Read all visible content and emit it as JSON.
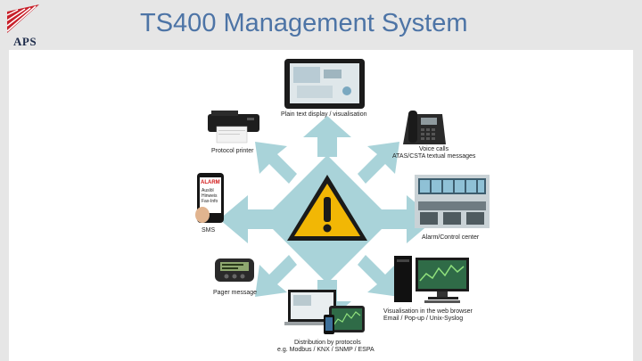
{
  "header": {
    "title": "TS400 Management System",
    "logo_text": "APS"
  },
  "colors": {
    "title": "#4d74a6",
    "arrow": "#a9d3d9",
    "warning_fill": "#f2b705",
    "logo_red": "#c8202a",
    "logo_navy": "#1d2b4a"
  },
  "center_icon": "warning-triangle-icon",
  "phone": {
    "alarm": "ALARM",
    "lines": [
      "Auslöl",
      "Hinweis",
      "Fax-Info"
    ]
  },
  "outputs": [
    {
      "id": "plain-text-display",
      "label": "Plain text display / visualisation",
      "icon": "tablet-display-icon"
    },
    {
      "id": "voice-calls",
      "label": "Voice calls",
      "label2": "ATAS/CSTA textual messages",
      "icon": "desk-phone-icon"
    },
    {
      "id": "alarm-control-center",
      "label": "Alarm/Control center",
      "icon": "control-room-icon"
    },
    {
      "id": "web-visualisation",
      "label": "Visualisation in the web browser",
      "label2": "Email / Pop-up / Unix-Syslog",
      "icon": "pc-tower-monitor-icon"
    },
    {
      "id": "distribution-protocols",
      "label": "Distribution by protocols",
      "label2": "e.g. Modbus / KNX / SNMP / ESPA",
      "icon": "devices-group-icon"
    },
    {
      "id": "pager-message",
      "label": "Pager message",
      "icon": "pager-icon"
    },
    {
      "id": "sms",
      "label": "SMS",
      "icon": "smartphone-icon"
    },
    {
      "id": "protocol-printer",
      "label": "Protocol printer",
      "icon": "printer-icon"
    }
  ]
}
